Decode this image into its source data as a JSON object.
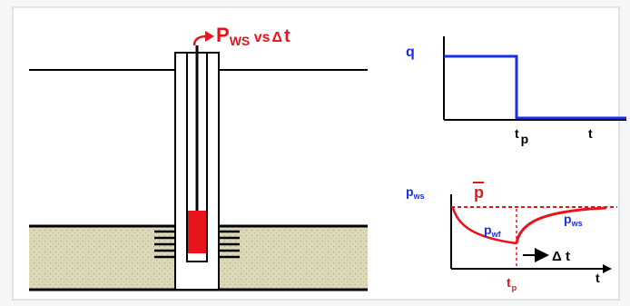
{
  "well": {
    "title_p": "P",
    "title_sub": "WS",
    "title_rest": " vs",
    "title_delta": "Δ",
    "title_t": "t",
    "colors": {
      "red": "#e8141b",
      "sand": "#dcd9b8",
      "sand_dot": "#b7b18c"
    }
  },
  "rate_plot": {
    "y_label": "q",
    "tp_main": "t",
    "tp_sub": "p",
    "x_label": "t",
    "color": "#1a2ee6"
  },
  "pressure_plot": {
    "y_label_main": "p",
    "y_label_sub": "ws",
    "pbar_label": "p",
    "pwf_main": "p",
    "pwf_sub": "wf",
    "pws_main": "p",
    "pws_sub": "ws",
    "delta_t_label": "Δ t",
    "tp_main": "t",
    "tp_sub": "p",
    "x_label": "t",
    "colors": {
      "red": "#e8141b",
      "blue": "#1a2ee6"
    }
  }
}
